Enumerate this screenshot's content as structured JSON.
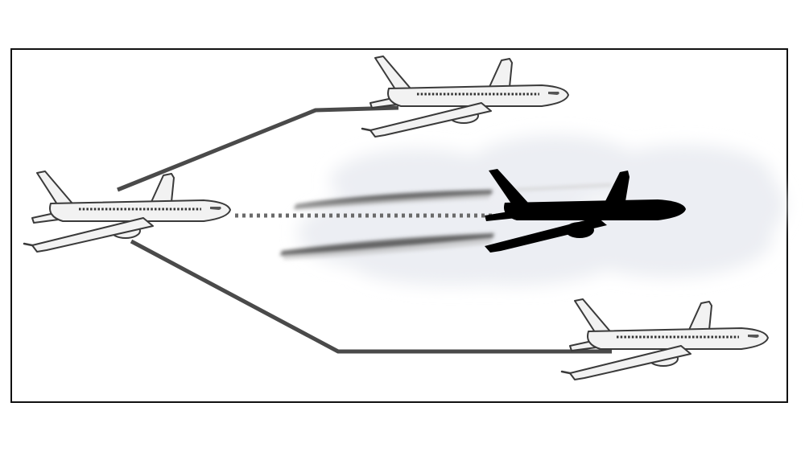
{
  "diagram": {
    "frame": {
      "stroke": "#111111",
      "fill": "#ffffff"
    },
    "colors": {
      "airliner_body": "#f2f2f2",
      "airliner_outline": "#3a3a3a",
      "window_dots": "#333333",
      "silhouette": "#000000",
      "cloud": "#eceef3",
      "link_line": "#4a4a4a",
      "dotted_line": "#6a6a6a",
      "contrail": "#555555"
    },
    "aircraft": [
      {
        "role": "origin",
        "appearance": "white-airliner-icon"
      },
      {
        "role": "upper-target",
        "appearance": "white-airliner-icon"
      },
      {
        "role": "lower-target",
        "appearance": "white-airliner-icon"
      },
      {
        "role": "hidden-target-in-cloud",
        "appearance": "black-silhouette-airliner-icon"
      }
    ],
    "connections": [
      {
        "from": "origin",
        "to": "upper-target",
        "style": "solid"
      },
      {
        "from": "origin",
        "to": "lower-target",
        "style": "solid"
      },
      {
        "from": "origin",
        "to": "hidden-target-in-cloud",
        "style": "dotted"
      }
    ],
    "effects": [
      "cloud",
      "contrails"
    ]
  }
}
